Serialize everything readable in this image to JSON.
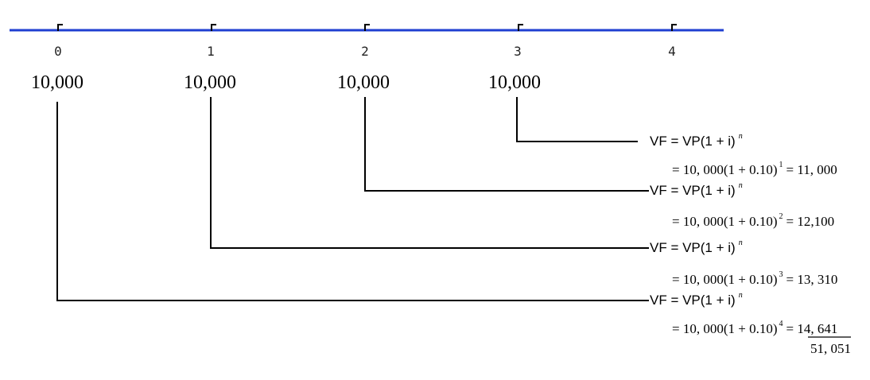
{
  "timeline": {
    "line_color": "#1f3fd1",
    "periods": [
      {
        "label": "0",
        "amount": "10,000"
      },
      {
        "label": "1",
        "amount": "10,000"
      },
      {
        "label": "2",
        "amount": "10,000"
      },
      {
        "label": "3",
        "amount": "10,000"
      },
      {
        "label": "4",
        "amount": ""
      }
    ]
  },
  "calculations": [
    {
      "from_period": "3",
      "formula": "VF = VP(1 + i)",
      "formula_sup": "n",
      "calc": "= 10, 000(1 + 0.10)",
      "exponent": "1",
      "result": "= 11, 000"
    },
    {
      "from_period": "2",
      "formula": "VF = VP(1 + i)",
      "formula_sup": "n",
      "calc": "= 10, 000(1 + 0.10)",
      "exponent": "2",
      "result": "= 12,100"
    },
    {
      "from_period": "1",
      "formula": "VF = VP(1 + i)",
      "formula_sup": "n",
      "calc": "= 10, 000(1 + 0.10)",
      "exponent": "3",
      "result": "= 13, 310"
    },
    {
      "from_period": "0",
      "formula": "VF = VP(1 + i)",
      "formula_sup": "n",
      "calc": "= 10, 000(1 + 0.10)",
      "exponent": "4",
      "result": "= 14, 641"
    }
  ],
  "total": "51, 051"
}
